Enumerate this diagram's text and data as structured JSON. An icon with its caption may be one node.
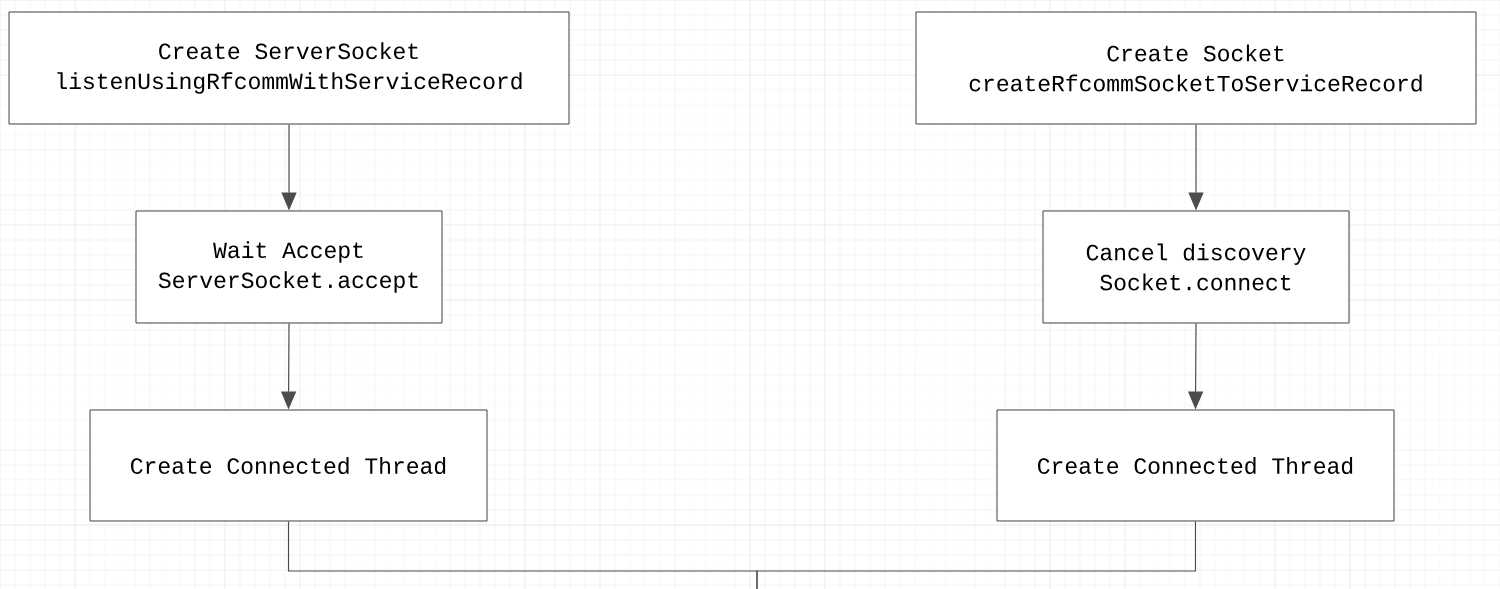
{
  "diagram": {
    "nodes": [
      {
        "text": [
          "Create ServerSocket",
          "listenUsingRfcommWithServiceRecord"
        ]
      },
      {
        "text": [
          "Wait Accept",
          "ServerSocket.accept"
        ]
      },
      {
        "text": [
          "Create Connected Thread"
        ]
      },
      {
        "text": [
          "Create Socket",
          "createRfcommSocketToServiceRecord"
        ]
      },
      {
        "text": [
          "Cancel discovery",
          "Socket.connect"
        ]
      },
      {
        "text": [
          "Create Connected Thread"
        ]
      }
    ],
    "edges": [
      {
        "from": 0,
        "to": 1,
        "arrow": "to"
      },
      {
        "from": 1,
        "to": 2,
        "arrow": "to"
      },
      {
        "from": 3,
        "to": 4,
        "arrow": "to"
      },
      {
        "from": 4,
        "to": 5,
        "arrow": "to"
      },
      {
        "from": 2,
        "to": null,
        "arrow": "none"
      },
      {
        "from": 5,
        "to": null,
        "arrow": "none"
      }
    ]
  }
}
